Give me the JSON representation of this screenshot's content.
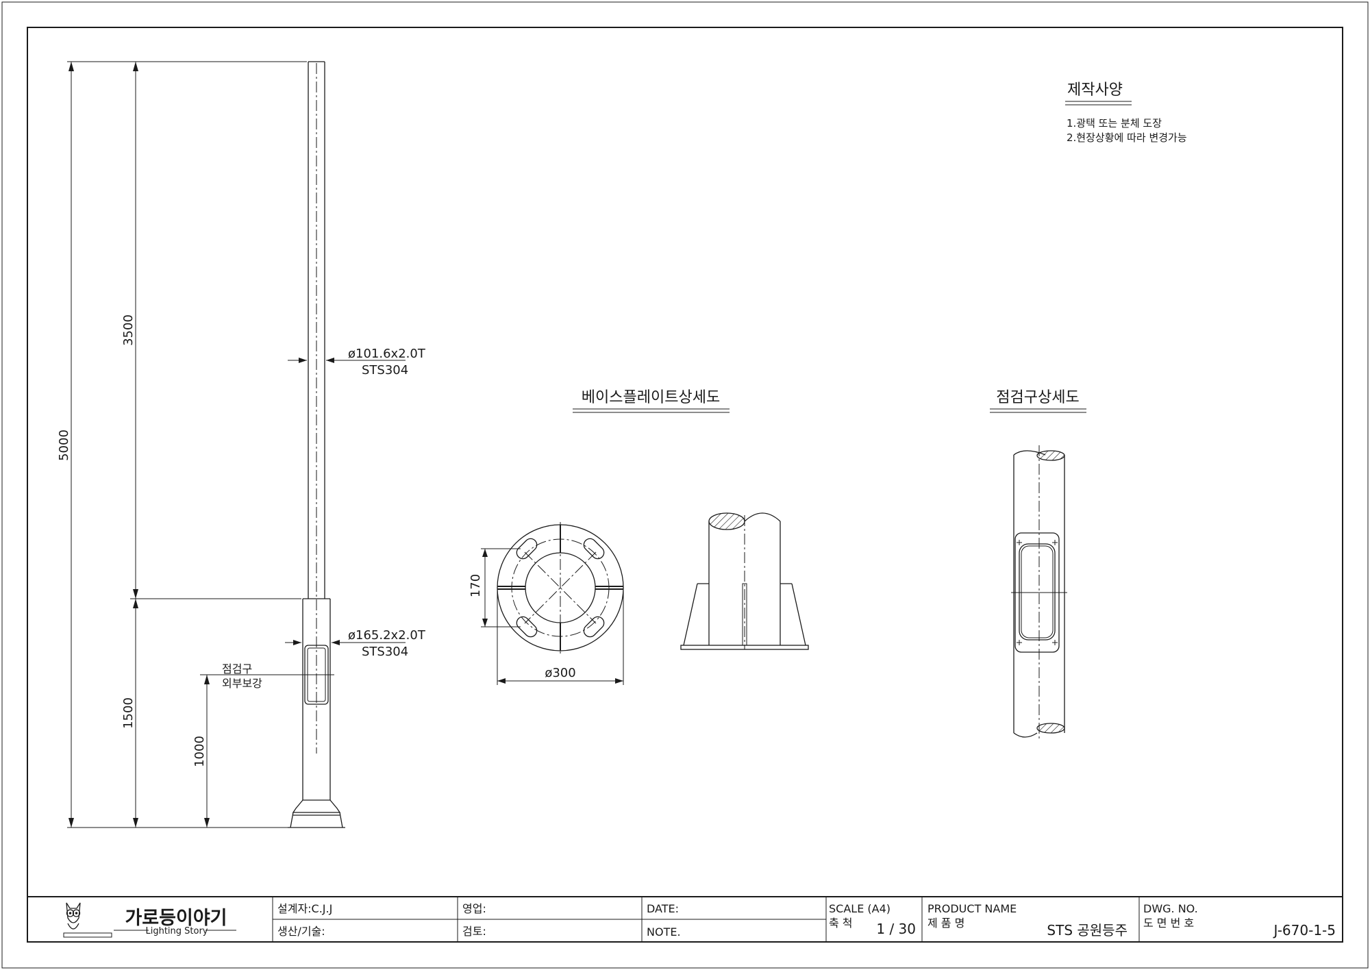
{
  "specs": {
    "title": "제작사양",
    "items": [
      "1.광택 또는 분체 도장",
      "2.현장상황에 따라 변경가능"
    ]
  },
  "pole": {
    "dim_total": "5000",
    "dim_upper": "3500",
    "dim_lower": "1500",
    "dim_door": "1000",
    "upper_pipe": "ø101.6x2.0T",
    "upper_material": "STS304",
    "lower_pipe": "ø165.2x2.0T",
    "lower_material": "STS304",
    "door_label_1": "점검구",
    "door_label_2": "외부보강"
  },
  "base_plate": {
    "title": "베이스플레이트상세도",
    "dim_diameter": "ø300",
    "dim_bolt": "170"
  },
  "door_detail": {
    "title": "점검구상세도"
  },
  "title_block": {
    "logo_name": "가로등이야기",
    "logo_sub": "Lighting Story",
    "designer": "설계자:C.J.J",
    "production": "생산/기술:",
    "sales": "영업:",
    "review": "검토:",
    "date": "DATE:",
    "note": "NOTE.",
    "scale_label": "SCALE (A4)",
    "scale_kr": "축 척",
    "scale_value": "1 / 30",
    "product_label": "PRODUCT NAME",
    "product_kr": "제 품 명",
    "product_value": "STS 공원등주",
    "dwg_label": "DWG. NO.",
    "dwg_kr": "도 면 번 호",
    "dwg_value": "J-670-1-5"
  }
}
